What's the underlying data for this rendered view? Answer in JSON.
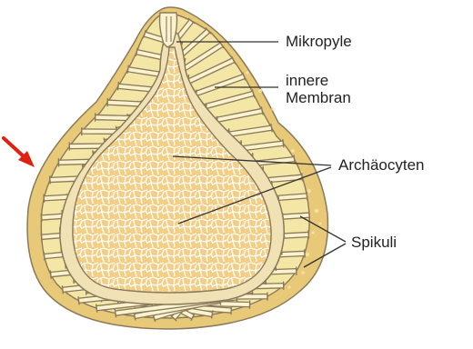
{
  "diagram": {
    "labels": {
      "micropyle": "Mikropyle",
      "inner_membrane": "innere\nMembran",
      "archaeocytes": "Archäocyten",
      "spicules": "Spikuli"
    },
    "colors": {
      "outer_wall": "#f4e7a6",
      "outer_surface": "#e8c978",
      "membrane": "#f1e2b6",
      "cells": "#f3cf86",
      "cell_lines": "#ffffff",
      "outline": "#8a7a5a",
      "arrow": "#e02010",
      "leader_lines": "#333333"
    },
    "icons": [
      "pointer-arrow-icon"
    ]
  }
}
